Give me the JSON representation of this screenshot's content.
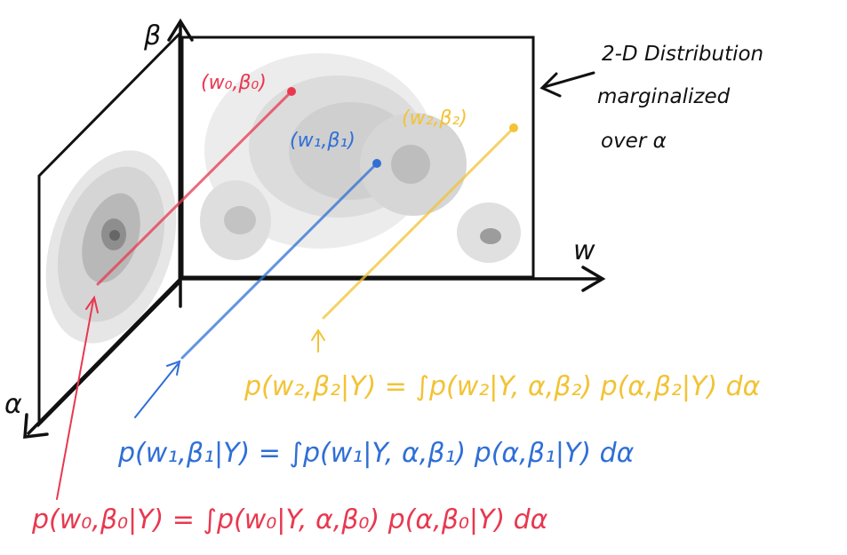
{
  "axes": {
    "beta": "β",
    "w": "w",
    "alpha": "α"
  },
  "annotation": {
    "lines": [
      "2-D Distribution",
      "marginalized",
      "over α"
    ]
  },
  "points": [
    {
      "label": "(w₀,β₀)",
      "color": "#e8384f"
    },
    {
      "label": "(w₁,β₁)",
      "color": "#2f6fd6"
    },
    {
      "label": "(w₂,β₂)",
      "color": "#f2c335"
    }
  ],
  "equations": [
    {
      "text": "p(w₂,β₂|Y) = ∫p(w₂|Y, α,β₂) p(α,β₂|Y) dα",
      "color": "#f2c335"
    },
    {
      "text": "p(w₁,β₁|Y) = ∫p(w₁|Y, α,β₁) p(α,β₁|Y) dα",
      "color": "#2f6fd6"
    },
    {
      "text": "p(w₀,β₀|Y) = ∫p(w₀|Y, α,β₀) p(α,β₀|Y) dα",
      "color": "#e8384f"
    }
  ],
  "colors": {
    "ink": "#111111",
    "shade_light": "#e6e6e6",
    "shade_mid": "#cfcfcf",
    "shade_dark": "#a8a8a8",
    "shade_core": "#777777"
  }
}
